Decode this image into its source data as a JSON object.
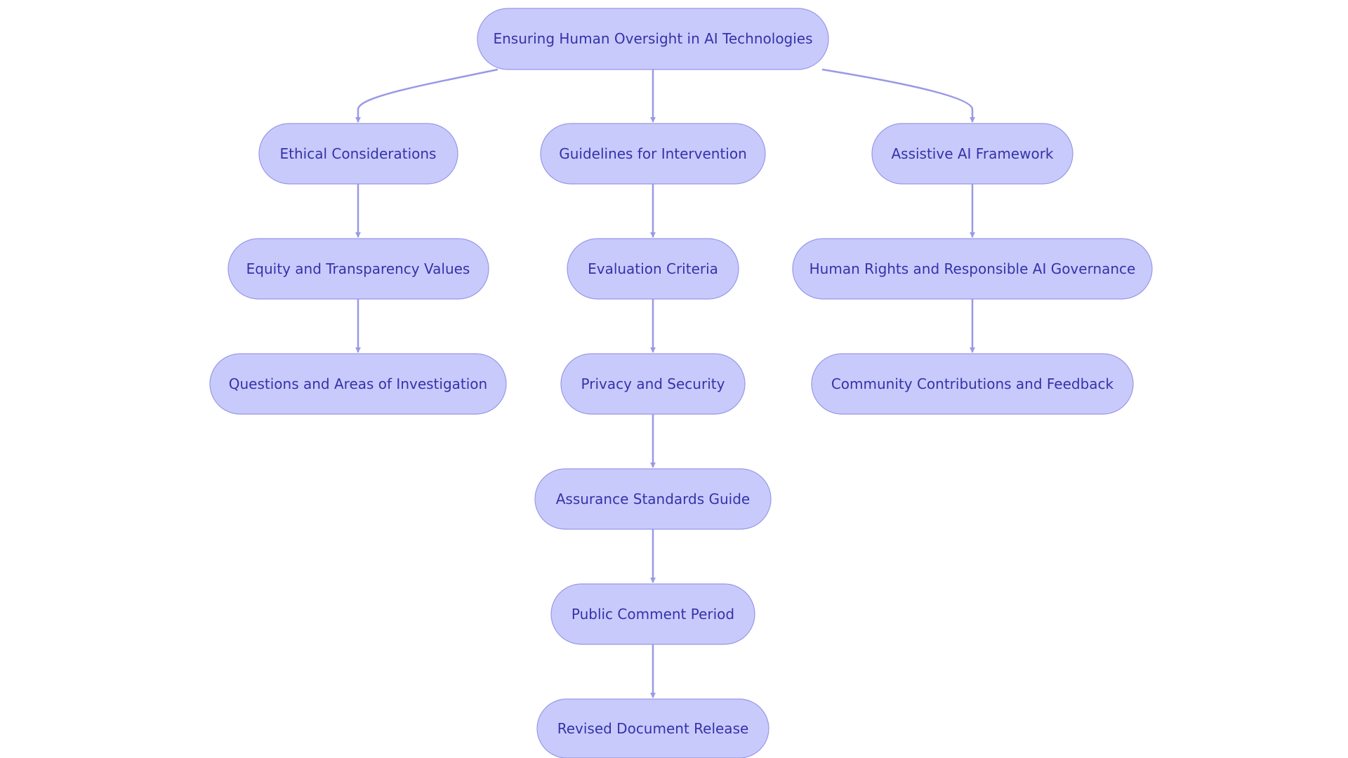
{
  "diagram": {
    "nodes": [
      {
        "id": "root",
        "label": "Ensuring Human Oversight in AI Technologies"
      },
      {
        "id": "ethical",
        "label": "Ethical Considerations"
      },
      {
        "id": "guidelines",
        "label": "Guidelines for Intervention"
      },
      {
        "id": "assistive",
        "label": "Assistive AI Framework"
      },
      {
        "id": "equity",
        "label": "Equity and Transparency Values"
      },
      {
        "id": "evaluation",
        "label": "Evaluation Criteria"
      },
      {
        "id": "human_rights",
        "label": "Human Rights and Responsible AI Governance"
      },
      {
        "id": "questions",
        "label": "Questions and Areas of Investigation"
      },
      {
        "id": "privacy",
        "label": "Privacy and Security"
      },
      {
        "id": "community",
        "label": "Community Contributions and Feedback"
      },
      {
        "id": "assurance",
        "label": "Assurance Standards Guide"
      },
      {
        "id": "public_comment",
        "label": "Public Comment Period"
      },
      {
        "id": "revised",
        "label": "Revised Document Release"
      }
    ],
    "edges": [
      {
        "from": "root",
        "to": "ethical"
      },
      {
        "from": "root",
        "to": "guidelines"
      },
      {
        "from": "root",
        "to": "assistive"
      },
      {
        "from": "ethical",
        "to": "equity"
      },
      {
        "from": "equity",
        "to": "questions"
      },
      {
        "from": "guidelines",
        "to": "evaluation"
      },
      {
        "from": "evaluation",
        "to": "privacy"
      },
      {
        "from": "privacy",
        "to": "assurance"
      },
      {
        "from": "assurance",
        "to": "public_comment"
      },
      {
        "from": "public_comment",
        "to": "revised"
      },
      {
        "from": "assistive",
        "to": "human_rights"
      },
      {
        "from": "human_rights",
        "to": "community"
      }
    ]
  }
}
